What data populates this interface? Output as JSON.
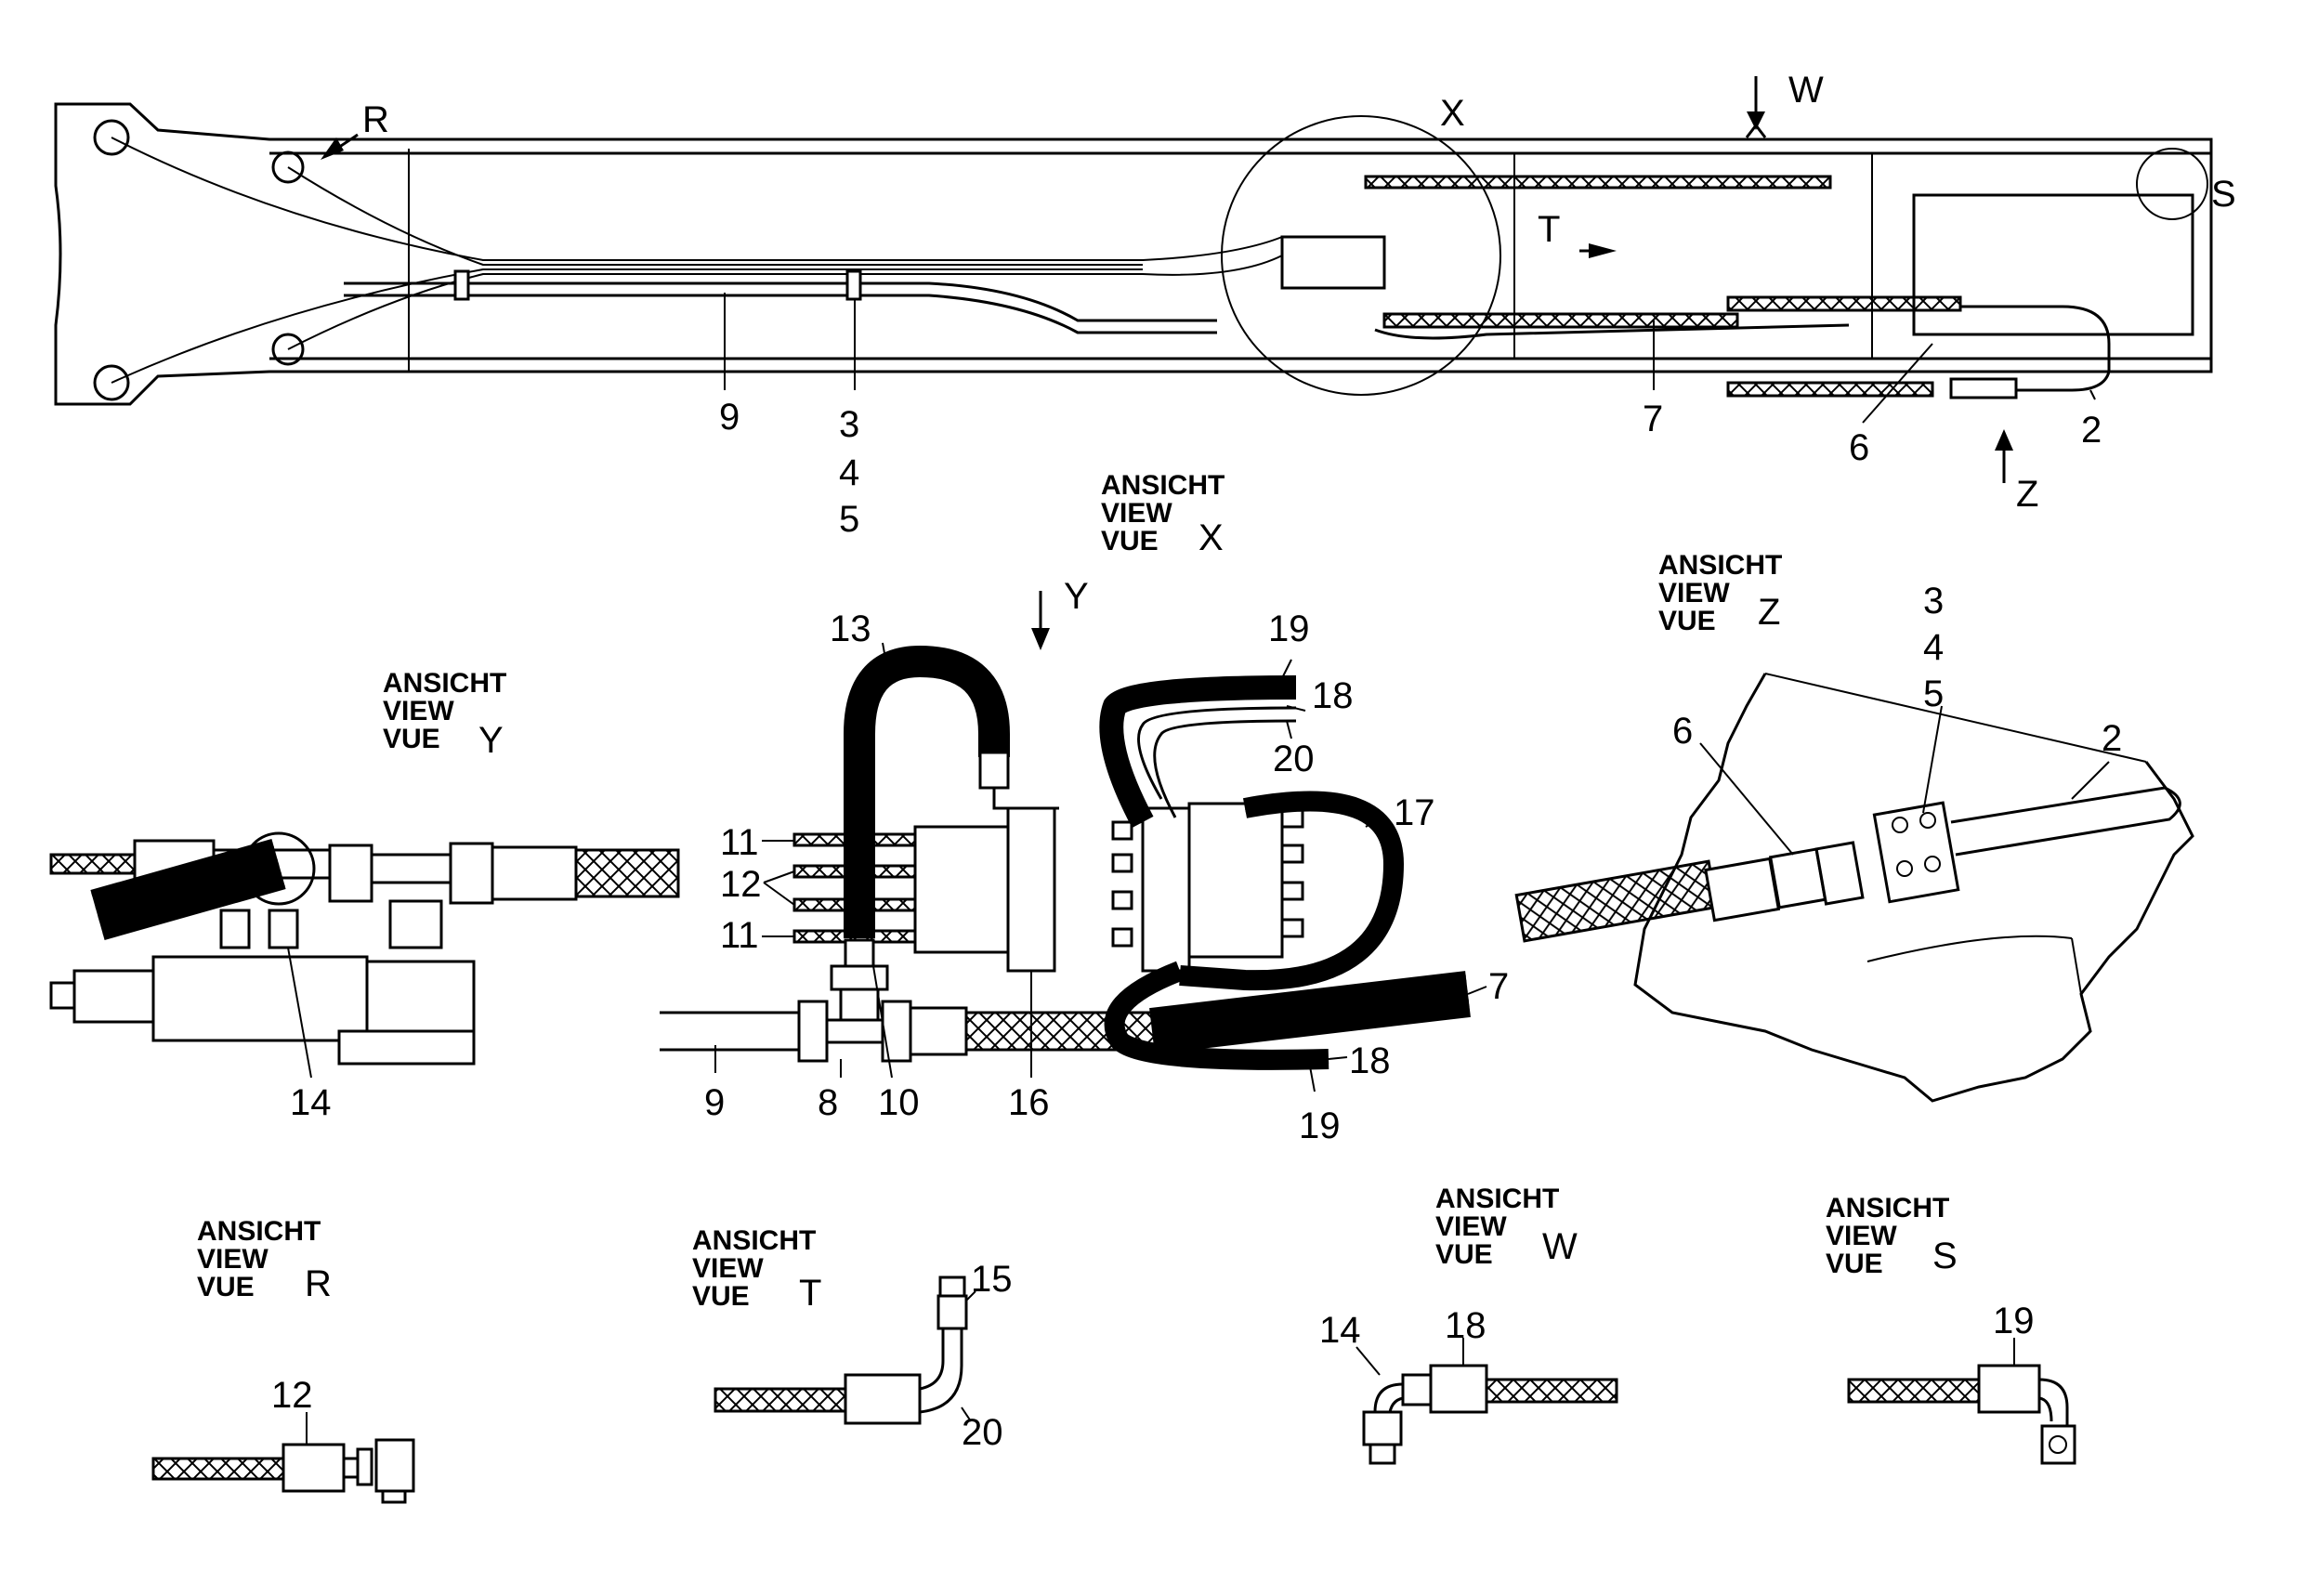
{
  "callouts": {
    "main": [
      "9",
      "3",
      "4",
      "5",
      "7",
      "6",
      "2"
    ],
    "view_x": [
      "13",
      "19",
      "18",
      "20",
      "17",
      "11",
      "12",
      "11",
      "7",
      "9",
      "8",
      "10",
      "16",
      "18",
      "19"
    ],
    "view_y": [
      "14"
    ],
    "view_z": [
      "3",
      "4",
      "5",
      "6",
      "2"
    ],
    "view_r": [
      "12"
    ],
    "view_t": [
      "15",
      "20"
    ],
    "view_w": [
      "14",
      "18"
    ],
    "view_s": [
      "19"
    ]
  },
  "view_markers": [
    "R",
    "X",
    "W",
    "S",
    "T",
    "Z",
    "Y"
  ],
  "view_titles": {
    "x": {
      "l1": "ANSICHT",
      "l2": "VIEW",
      "l3": "VUE",
      "letter": "X"
    },
    "y": {
      "l1": "ANSICHT",
      "l2": "VIEW",
      "l3": "VUE",
      "letter": "Y"
    },
    "z": {
      "l1": "ANSICHT",
      "l2": "VIEW",
      "l3": "VUE",
      "letter": "Z"
    },
    "r": {
      "l1": "ANSICHT",
      "l2": "VIEW",
      "l3": "VUE",
      "letter": "R"
    },
    "t": {
      "l1": "ANSICHT",
      "l2": "VIEW",
      "l3": "VUE",
      "letter": "T"
    },
    "w": {
      "l1": "ANSICHT",
      "l2": "VIEW",
      "l3": "VUE",
      "letter": "W"
    },
    "s": {
      "l1": "ANSICHT",
      "l2": "VIEW",
      "l3": "VUE",
      "letter": "S"
    }
  },
  "colors": {
    "line": "#000000",
    "background": "#ffffff"
  }
}
